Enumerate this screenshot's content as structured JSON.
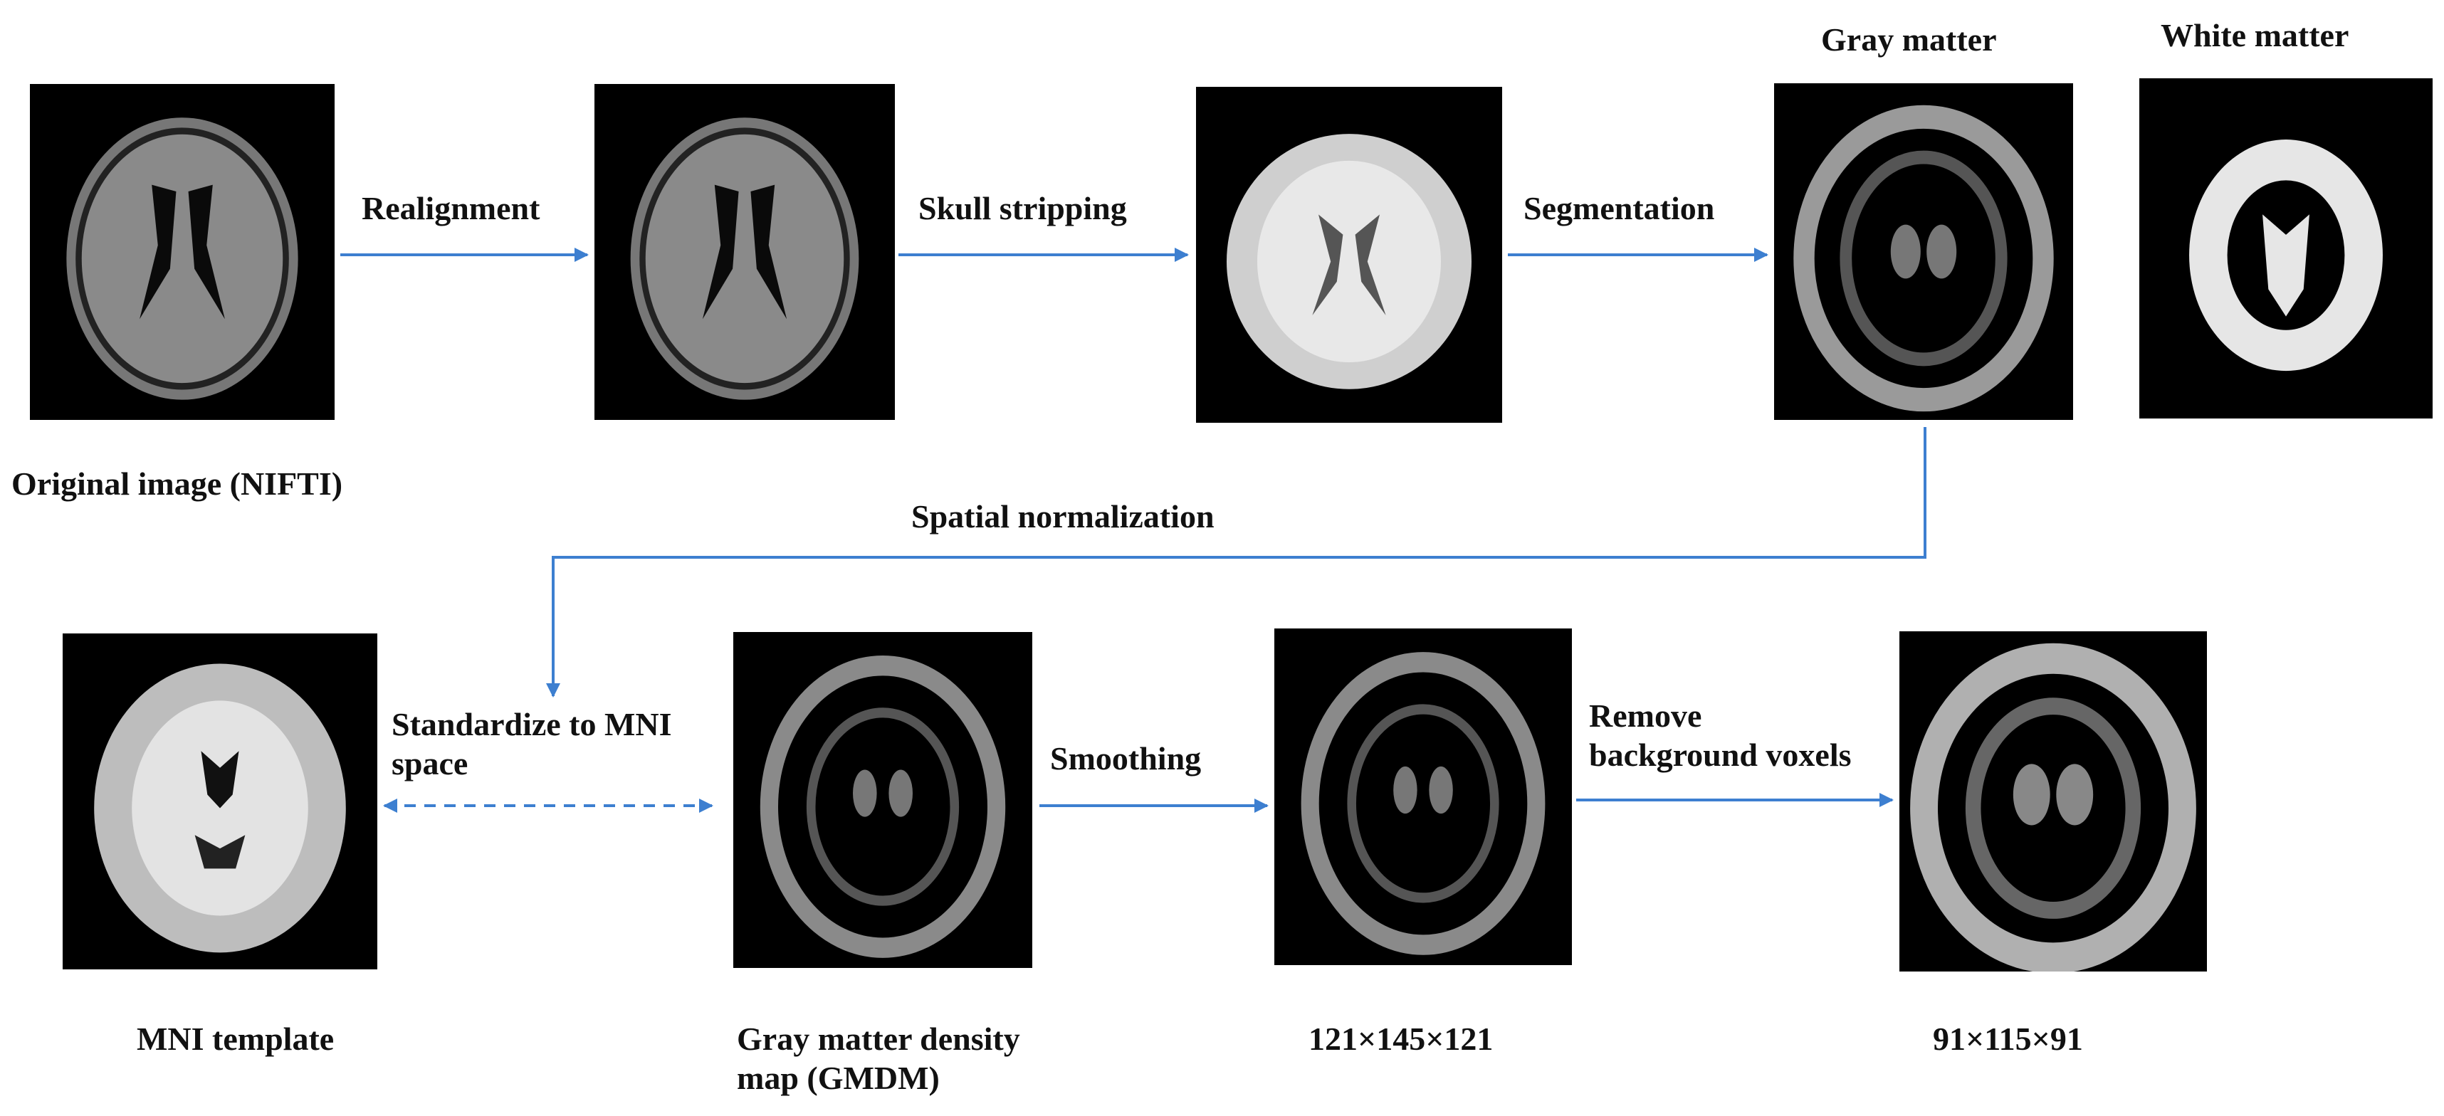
{
  "labels": {
    "original_image": "Original image (NIFTI)",
    "gray_matter": "Gray matter",
    "white_matter": "White matter",
    "mni_template": "MNI template",
    "gmdm_line1": "Gray matter density",
    "gmdm_line2": "map (GMDM)",
    "dims_121": "121×145×121",
    "dims_91": "91×115×91"
  },
  "steps": {
    "realignment": "Realignment",
    "skull_stripping": "Skull stripping",
    "segmentation": "Segmentation",
    "spatial_normalization": "Spatial normalization",
    "standardize_line1": "Standardize to MNI",
    "standardize_line2": "space",
    "smoothing": "Smoothing",
    "remove_line1": "Remove",
    "remove_line2": "background voxels"
  },
  "colors": {
    "arrow": "#3d7fd0",
    "background": "#000000"
  }
}
